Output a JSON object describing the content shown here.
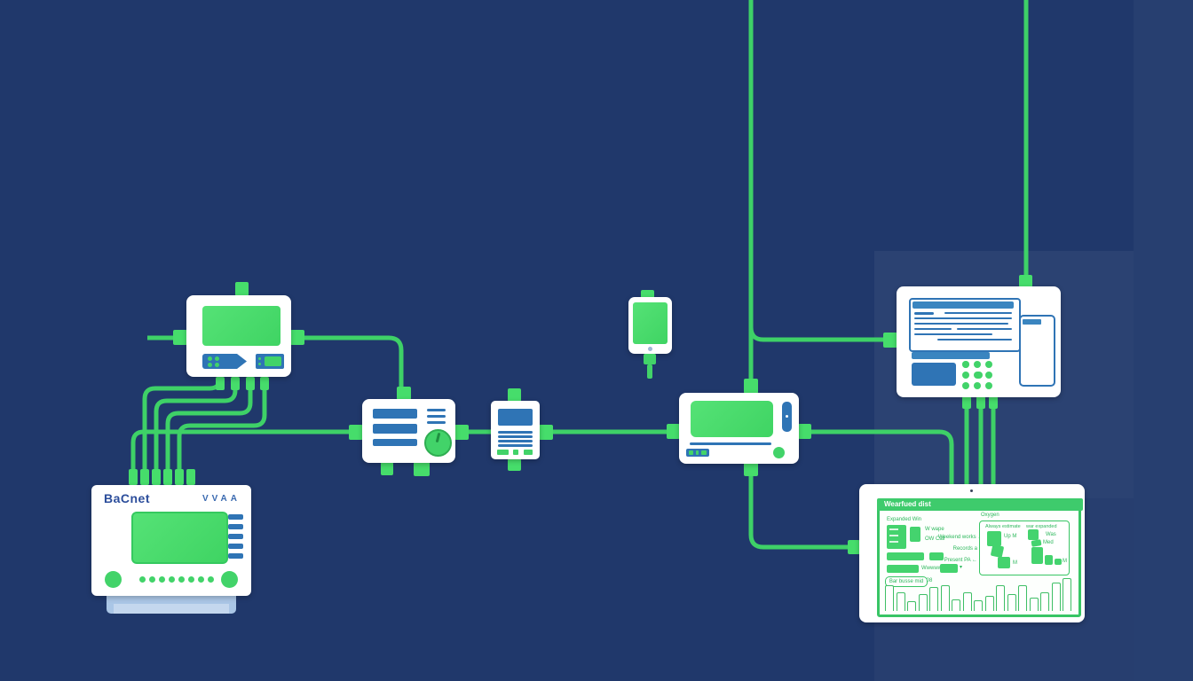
{
  "palette": {
    "background": "#20386b",
    "wire_green": "#3ed167",
    "screen_green": "#4ade68",
    "accent_blue": "#2f74b5",
    "white": "#ffffff",
    "base_light_blue": "#aac6e6"
  },
  "bacnet_controller": {
    "title": "BaCnet",
    "badge": "VVAA"
  },
  "dashboard": {
    "title": "Wearfued dist",
    "left_caption": "Expanded Win",
    "block_label_1": "W wape",
    "block_label_2": "OW Call",
    "row2_label": "Wwwwww",
    "row3_label": "V 0 08",
    "center_label_1": "Weekend works →",
    "center_label_2": "Records a",
    "center_label_3": "Present PA ←",
    "panel_title": "Oxygen",
    "group_header_1": "Always estimate",
    "group_header_2": "war expanded",
    "mini_label_1": "Up M",
    "mini_label_2": "M",
    "mini_label_3": "Med",
    "mini_label_4": "Was",
    "mini_label_5": "M",
    "box_label": "Bar busse mid",
    "chart": {
      "type": "bar",
      "values": [
        28,
        20,
        10,
        18,
        26,
        28,
        12,
        20,
        11,
        16,
        28,
        18,
        28,
        14,
        20,
        31,
        36
      ]
    }
  }
}
